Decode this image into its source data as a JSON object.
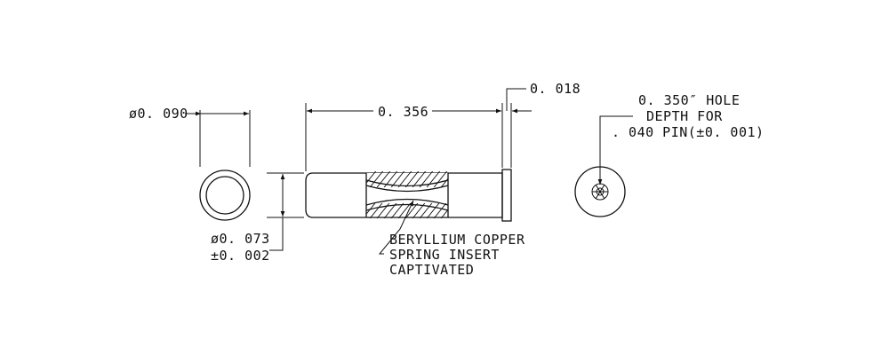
{
  "dimensions": {
    "outer_diameter": "ø0. 090",
    "length": "0. 356",
    "flange": "0. 018",
    "pin_diameter_line1": "ø0. 073",
    "pin_diameter_line2": "±0. 002"
  },
  "notes": {
    "hole_line1": "0. 350″ HOLE",
    "hole_line2": "DEPTH FOR",
    "hole_line3": ". 040 PIN(±0. 001)",
    "insert_line1": "BERYLLIUM COPPER",
    "insert_line2": "SPRING INSERT",
    "insert_line3": "CAPTIVATED"
  },
  "colors": {
    "line": "#111111",
    "background": "#ffffff"
  }
}
